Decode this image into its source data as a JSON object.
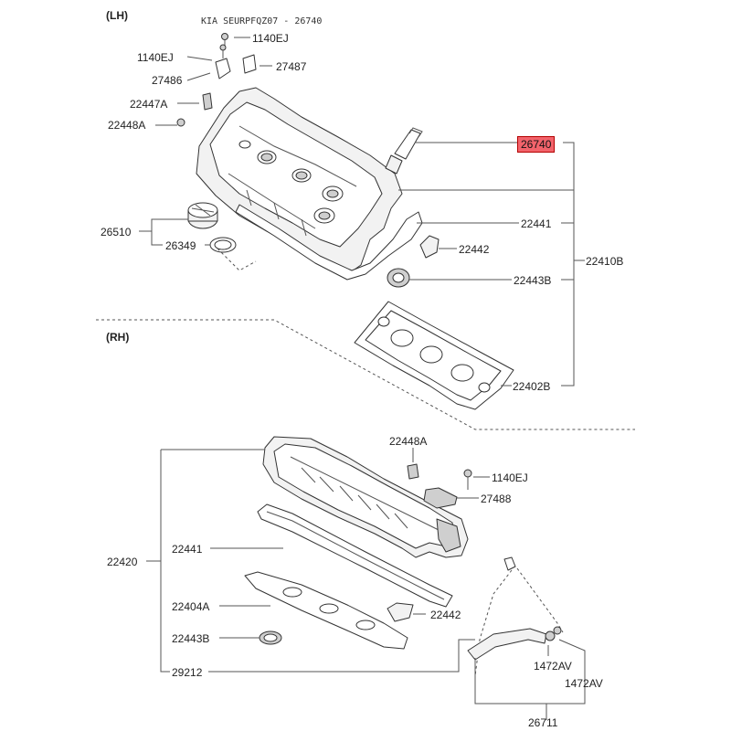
{
  "header": {
    "catalog_ref": "KIA SEURPFQZ07 - 26740"
  },
  "sections": {
    "lh": "(LH)",
    "rh": "(RH)"
  },
  "lh_labels": {
    "bolt_top_right": "1140EJ",
    "bolt_top_left": "1140EJ",
    "bracket_left": "27486",
    "bracket_right": "27487",
    "bolt_22447a": "22447A",
    "bolt_22448a": "22448A",
    "highlighted_part": "26740",
    "oil_cap": "26510",
    "cap_seal": "26349",
    "gasket_22441": "22441",
    "assembly_22410b": "22410B",
    "half_moon_22442": "22442",
    "seal_22443b": "22443B",
    "gasket_22402b": "22402B"
  },
  "rh_labels": {
    "bolt_22448a": "22448A",
    "bolt_1140ej": "1140EJ",
    "bracket_27488": "27488",
    "assembly_22420": "22420",
    "gasket_22441": "22441",
    "gasket_22404a": "22404A",
    "half_moon_22442": "22442",
    "seal_22443b": "22443B",
    "hose_29212": "29212",
    "clamp_1472av_a": "1472AV",
    "clamp_1472av_b": "1472AV",
    "hose_26711": "26711"
  },
  "colors": {
    "highlight": "#f2636b",
    "line": "#555555"
  }
}
